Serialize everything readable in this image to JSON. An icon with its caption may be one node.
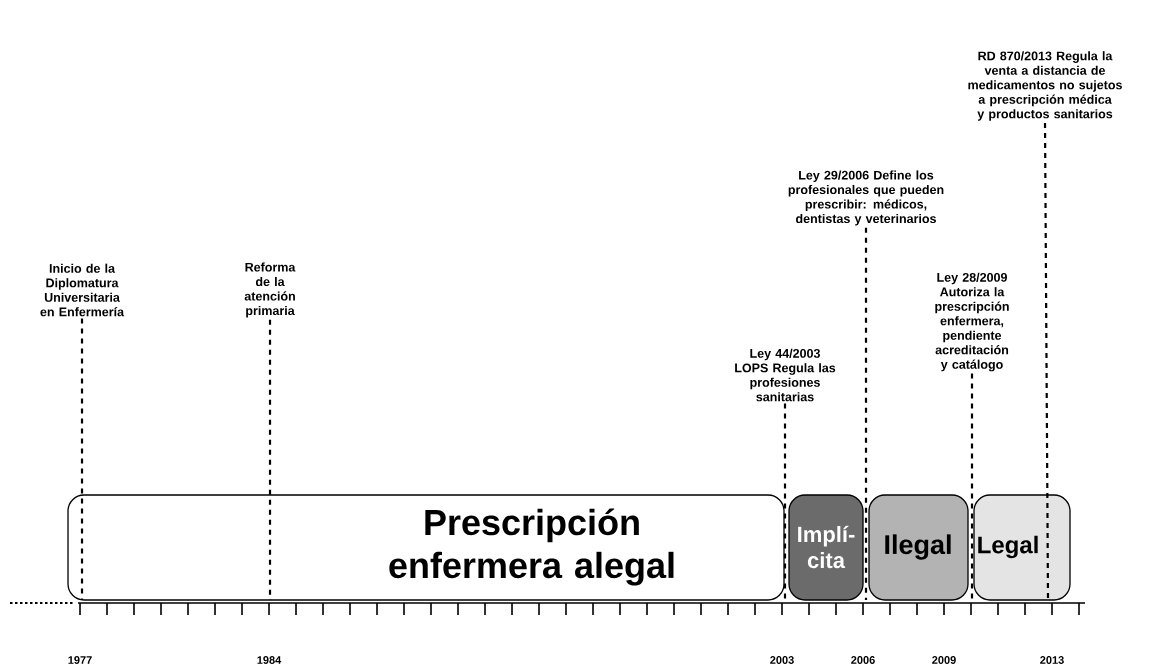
{
  "diagram": {
    "nodes": [
      {
        "text": [
          "Inicio de la Diplomatura Universitaria en Enfermería"
        ]
      },
      {
        "text": [
          "Reforma de la atención primaria"
        ]
      },
      {
        "text": [
          "Ley 44/2003 LOPS Regula las profesiones sanitarias"
        ]
      },
      {
        "text": [
          "Ley 29/2006 Define los profesionales que pueden prescribir: médicos, dentistas y veterinarios"
        ]
      },
      {
        "text": [
          "Ley 28/2009 Autoriza la prescripción enfermera, pendiente acreditación y catálogo"
        ]
      },
      {
        "text": [
          "RD 870/2013 Regula la venta a distancia de medicamentos no sujetos a prescripción médica y productos sanitarios"
        ]
      },
      {
        "text": [
          "Prescripción enfermera alegal"
        ]
      },
      {
        "text": [
          "Implí- cita"
        ]
      },
      {
        "text": [
          "Ilegal"
        ]
      },
      {
        "text": [
          "Legal"
        ]
      }
    ],
    "edges": [
      {
        "from": 0,
        "to": 6,
        "arrow": "none",
        "style": "dashed"
      },
      {
        "from": 1,
        "to": 6,
        "arrow": "none",
        "style": "dashed"
      },
      {
        "from": 2,
        "to": 7,
        "arrow": "none",
        "style": "dashed"
      },
      {
        "from": 3,
        "to": 7,
        "arrow": "none",
        "style": "dashed"
      },
      {
        "from": 4,
        "to": 9,
        "arrow": "none",
        "style": "dashed"
      },
      {
        "from": 5,
        "to": 9,
        "arrow": "none",
        "style": "dashed"
      }
    ],
    "labels": [
      "1977",
      "1984",
      "2003",
      "2006",
      "2009",
      "2013"
    ]
  }
}
